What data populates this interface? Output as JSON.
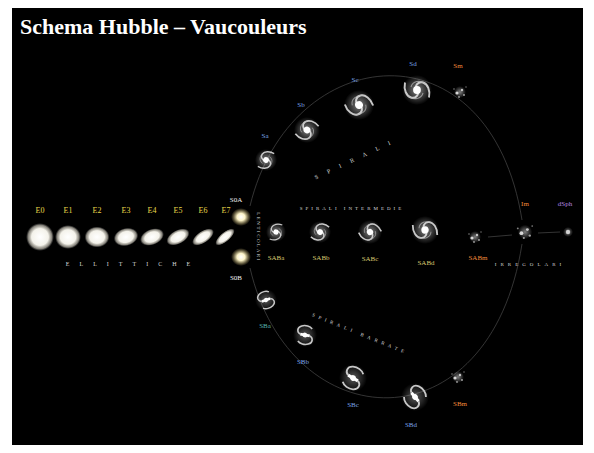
{
  "diagram": {
    "title": "Schema Hubble – Vaucouleurs",
    "labels": [
      "E0",
      "E1",
      "E2",
      "E3",
      "E4",
      "E5",
      "E6",
      "E7",
      "ELLITTICHE",
      "S0A",
      "S0B",
      "LENTICOLARI",
      "Sa",
      "Sb",
      "Sc",
      "Sd",
      "Sm",
      "SPIRALI",
      "SABa",
      "SABb",
      "SABc",
      "SABd",
      "SABm",
      "SPIRALI INTERMEDIE",
      "SBa",
      "SBb",
      "SBc",
      "SBd",
      "SBm",
      "SPIRALI BARRATE",
      "Im",
      "dSph",
      "IRREGOLARI"
    ]
  }
}
